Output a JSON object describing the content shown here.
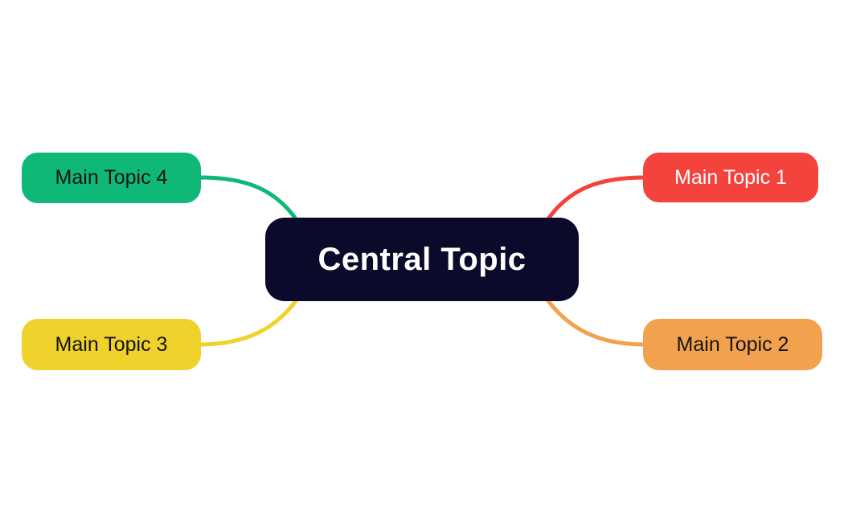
{
  "diagram": {
    "type": "mind-map",
    "background": "#ffffff",
    "central": {
      "label": "Central Topic",
      "bg": "#0b0a2a",
      "text_color": "#ffffff"
    },
    "topics": [
      {
        "label": "Main Topic 1",
        "position": "top-right",
        "bg": "#f4433c",
        "text_color": "#ffffff"
      },
      {
        "label": "Main Topic 2",
        "position": "bottom-right",
        "bg": "#f2a24e",
        "text_color": "#141414"
      },
      {
        "label": "Main Topic 3",
        "position": "bottom-left",
        "bg": "#efd22b",
        "text_color": "#141414"
      },
      {
        "label": "Main Topic 4",
        "position": "top-left",
        "bg": "#10b878",
        "text_color": "#141414"
      }
    ],
    "connections": [
      {
        "from": "Central Topic",
        "to": "Main Topic 1",
        "color": "#f4433c"
      },
      {
        "from": "Central Topic",
        "to": "Main Topic 2",
        "color": "#f2a24e"
      },
      {
        "from": "Central Topic",
        "to": "Main Topic 3",
        "color": "#efd22b"
      },
      {
        "from": "Central Topic",
        "to": "Main Topic 4",
        "color": "#10b878"
      }
    ]
  }
}
